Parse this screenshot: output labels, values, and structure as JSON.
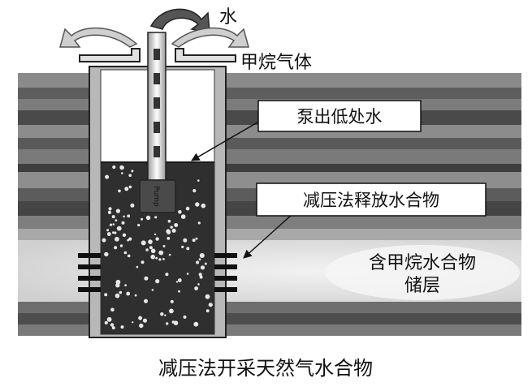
{
  "labels": {
    "water": "水",
    "methane_gas": "甲烷气体",
    "pump_out_water": "泵出低处水",
    "depressurize_release": "减压法释放水合物",
    "reservoir_line1": "含甲烷水合物",
    "reservoir_line2": "储层",
    "pump": "Pump",
    "caption": "减压法开采天然气水合物"
  }
}
